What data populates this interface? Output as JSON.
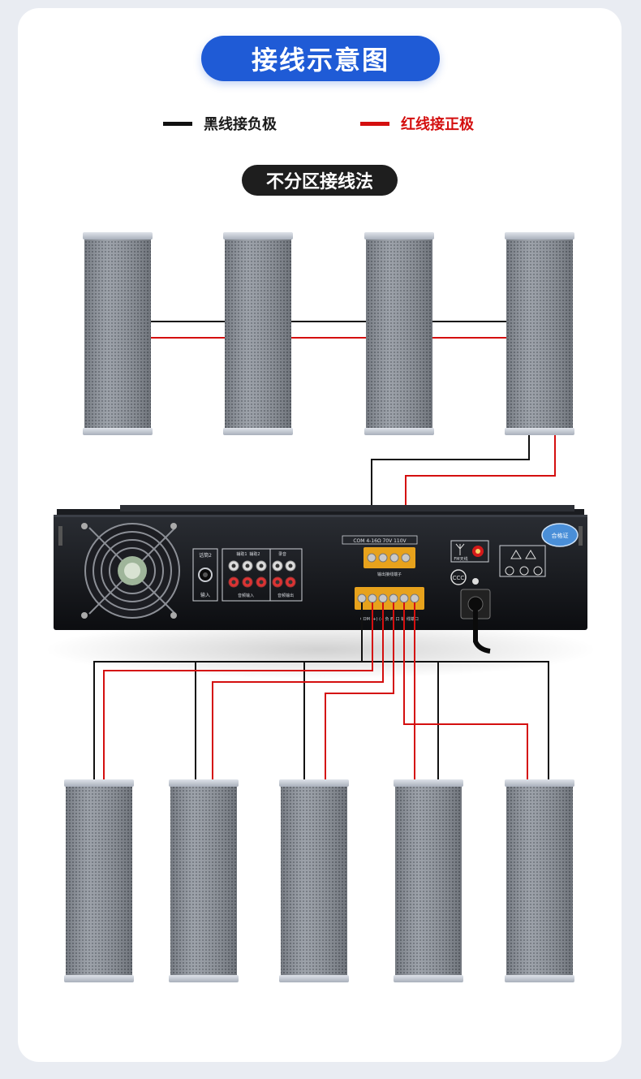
{
  "title": "接线示意图",
  "legend": {
    "black": {
      "label": "黑线接负极",
      "color": "#111111"
    },
    "red": {
      "label": "红线接正极",
      "color": "#d40f0f"
    }
  },
  "method_label": "不分区接线法",
  "amplifier": {
    "labels": {
      "line_in": "话筒2",
      "line_in_caption": "输入",
      "aux1": "辅助1",
      "aux2": "辅助2",
      "aux_caption": "音频输入",
      "rec": "录音",
      "rec_caption": "音频输出",
      "output_header": "COM  4-16Ω  70V  110V",
      "zone_header": "输出接线端子",
      "fm": "FM天线",
      "bottom_row": "COM  (+)  (-)  负 西 口 输 线端口",
      "badge": "合格证"
    }
  },
  "colors": {
    "accent": "#1f5bd6",
    "wire_black": "#111111",
    "wire_red": "#d40f0f",
    "speaker": "#8a9099"
  }
}
